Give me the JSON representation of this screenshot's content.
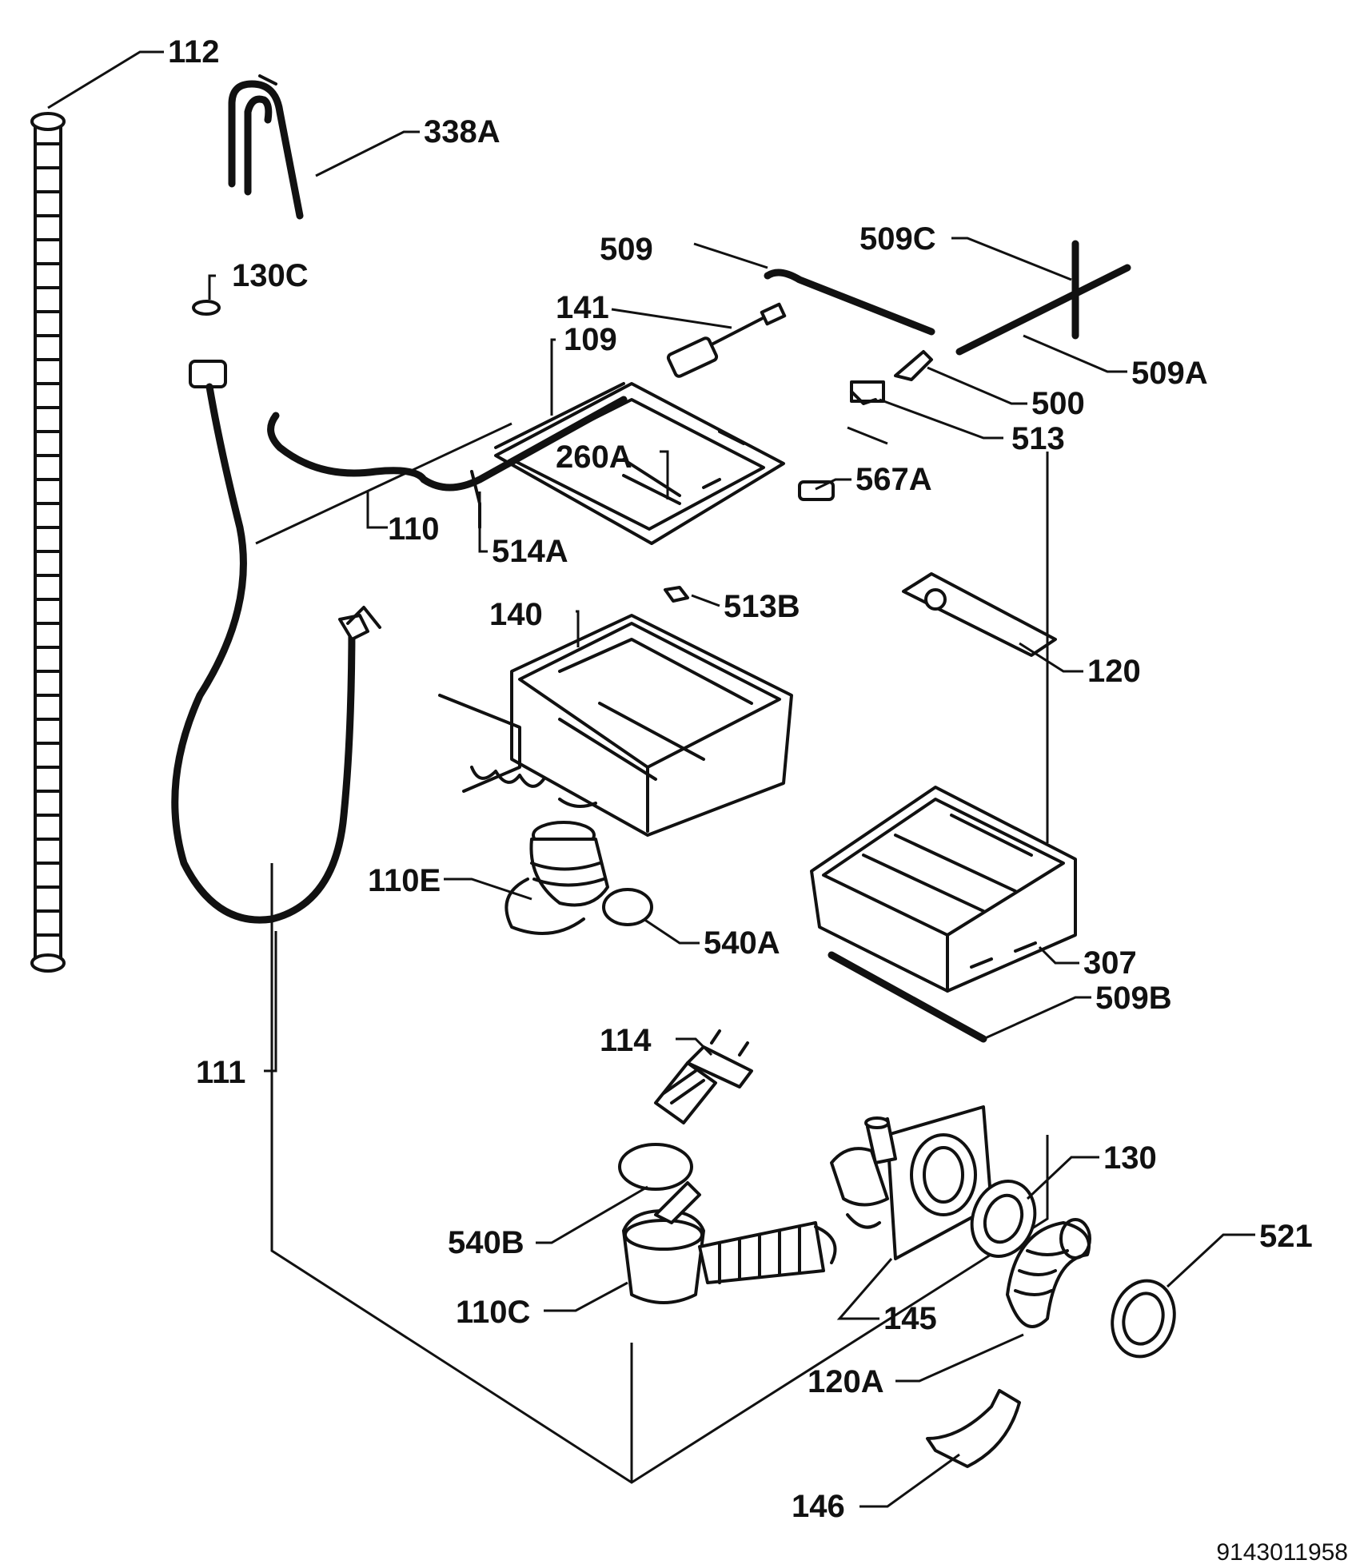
{
  "labels": {
    "l112": "112",
    "l338A": "338A",
    "l130C": "130C",
    "l509": "509",
    "l509C": "509C",
    "l141": "141",
    "l109": "109",
    "l509A": "509A",
    "l500": "500",
    "l513": "513",
    "l260A": "260A",
    "l567A": "567A",
    "l110": "110",
    "l514A": "514A",
    "l513B": "513B",
    "l140": "140",
    "l120": "120",
    "l110E": "110E",
    "l540A": "540A",
    "l307": "307",
    "l509B": "509B",
    "l114": "114",
    "l111": "111",
    "l130": "130",
    "l521": "521",
    "l540B": "540B",
    "l110C": "110C",
    "l145": "145",
    "l120A": "120A",
    "l146": "146"
  },
  "document_number": "9143011958"
}
